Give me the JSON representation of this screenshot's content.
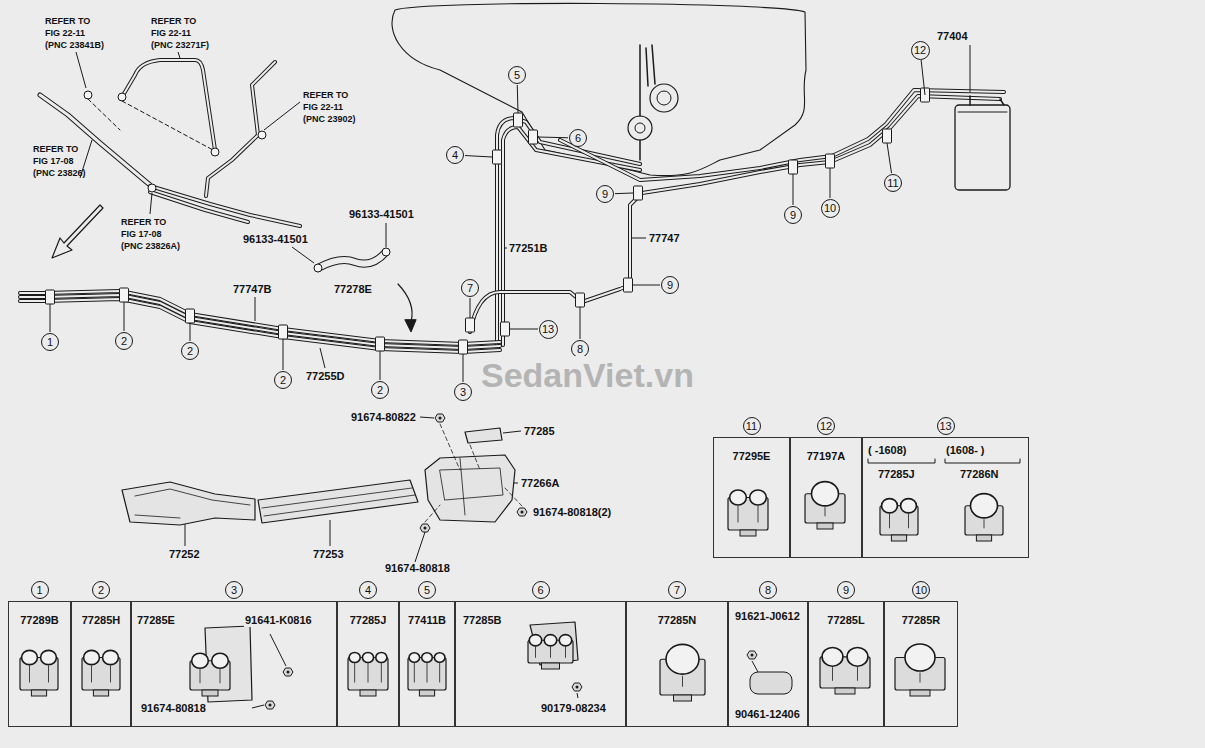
{
  "diagram": {
    "nodes": [
      {
        "text": [
          "12"
        ]
      },
      {
        "text": [
          "5"
        ]
      },
      {
        "text": [
          "6"
        ]
      },
      {
        "text": [
          "4"
        ]
      },
      {
        "text": [
          "11"
        ]
      },
      {
        "text": [
          "9"
        ]
      },
      {
        "text": [
          "10"
        ]
      },
      {
        "text": [
          "9"
        ]
      },
      {
        "text": [
          "9"
        ]
      },
      {
        "text": [
          "7"
        ]
      },
      {
        "text": [
          "13"
        ]
      },
      {
        "text": [
          "2"
        ]
      },
      {
        "text": [
          "1"
        ]
      },
      {
        "text": [
          "8"
        ]
      },
      {
        "text": [
          "2"
        ]
      },
      {
        "text": [
          "2"
        ]
      },
      {
        "text": [
          "2"
        ]
      },
      {
        "text": [
          "3"
        ]
      },
      {
        "text": [
          "11",
          "77295E"
        ]
      },
      {
        "text": [
          "12",
          "77197A"
        ]
      },
      {
        "text": [
          "13",
          "(   -1608)",
          "(1608-   )",
          "77285J",
          "77286N"
        ]
      },
      {
        "text": [
          "1",
          "77289B"
        ]
      },
      {
        "text": [
          "2",
          "77285H"
        ]
      },
      {
        "text": [
          "3",
          "77285E",
          "91641-K0816",
          "91674-80818"
        ]
      },
      {
        "text": [
          "4",
          "77285J"
        ]
      },
      {
        "text": [
          "5",
          "77411B"
        ]
      },
      {
        "text": [
          "6",
          "77285B",
          "90179-08234"
        ]
      },
      {
        "text": [
          "7",
          "77285N"
        ]
      },
      {
        "text": [
          "8",
          "91621-J0612",
          "90461-12406"
        ]
      },
      {
        "text": [
          "9",
          "77285L"
        ]
      },
      {
        "text": [
          "10",
          "77285R"
        ]
      }
    ],
    "labels": [
      "REFER TO FIG 22-11 (PNC 23841B)",
      "REFER TO FIG 22-11 (PNC 23271F)",
      "REFER TO FIG 22-11 (PNC 23902)",
      "REFER TO FIG 17-08 (PNC 23826)",
      "REFER TO FIG 17-08 (PNC 23826A)",
      "77404",
      "77747",
      "77251B",
      "77747B",
      "77255D",
      "96133-41501",
      "96133-41501",
      "77278E",
      "91674-80822",
      "77285",
      "77266A",
      "91674-80818(2)",
      "77252",
      "77253",
      "91674-80818",
      "SedanViet.vn"
    ]
  }
}
